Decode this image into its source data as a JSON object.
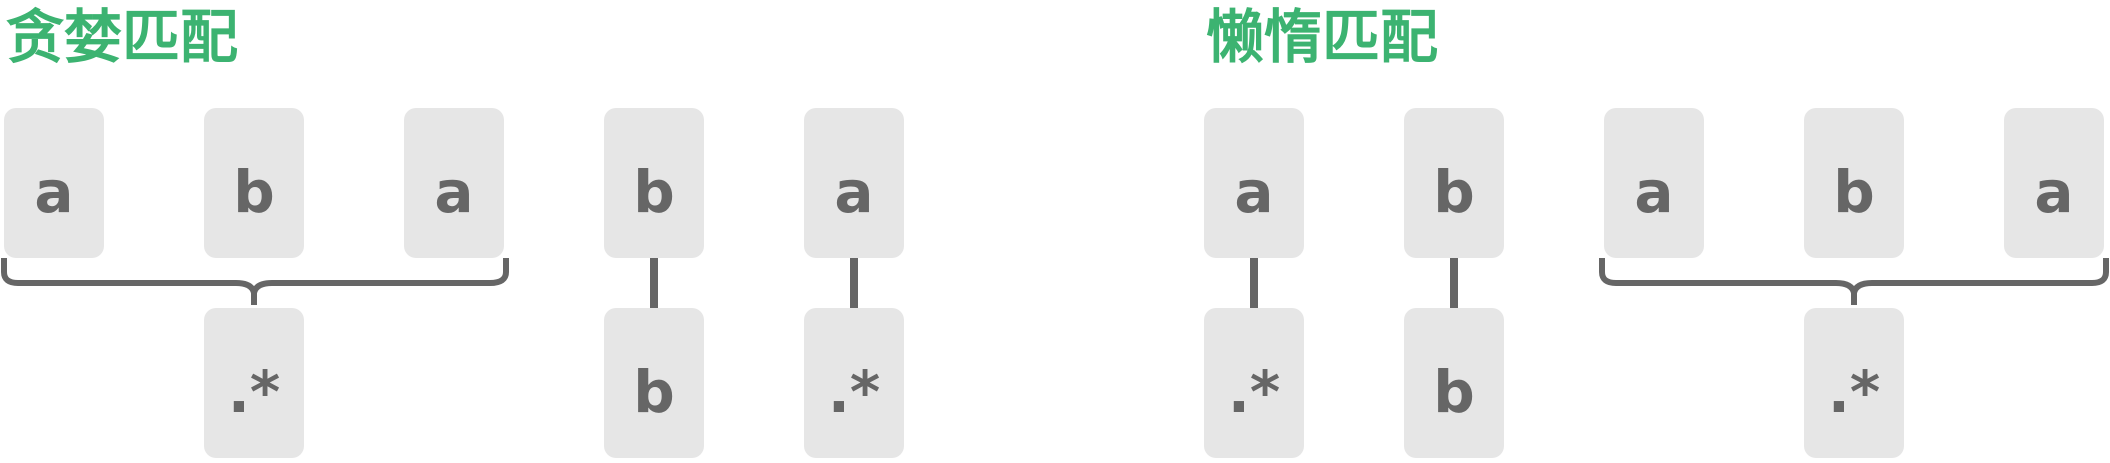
{
  "greedy": {
    "title": "贪婪匹配",
    "text_chars": [
      "a",
      "b",
      "a",
      "b",
      "a"
    ],
    "patterns": [
      ".*",
      "b",
      ".*"
    ]
  },
  "lazy": {
    "title": "懒惰匹配",
    "text_chars": [
      "a",
      "b",
      "a",
      "b",
      "a"
    ],
    "patterns": [
      ".*",
      "b",
      ".*"
    ]
  },
  "colors": {
    "title": "#3cb371",
    "box": "#e6e6e6",
    "glyph": "#666666",
    "line": "#666666"
  }
}
